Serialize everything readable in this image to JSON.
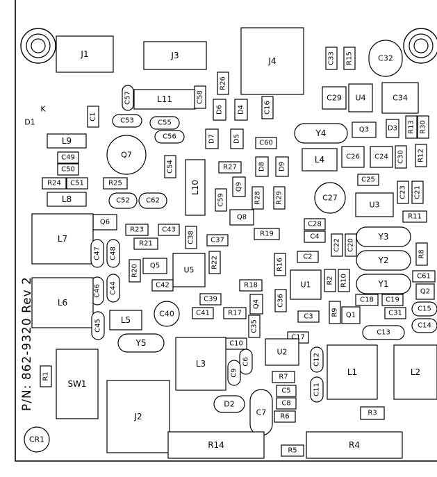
{
  "board": {
    "part_number_text": "P/N: 862-9320 Rev 2",
    "components": [
      {
        "ref": "J1"
      },
      {
        "ref": "J3"
      },
      {
        "ref": "J4"
      },
      {
        "ref": "C33"
      },
      {
        "ref": "R15"
      },
      {
        "ref": "C32"
      },
      {
        "ref": "C57"
      },
      {
        "ref": "L11"
      },
      {
        "ref": "C58"
      },
      {
        "ref": "R26"
      },
      {
        "ref": "C29"
      },
      {
        "ref": "U4"
      },
      {
        "ref": "C34"
      },
      {
        "ref": "K"
      },
      {
        "ref": "D1"
      },
      {
        "ref": "C1"
      },
      {
        "ref": "C53"
      },
      {
        "ref": "C55"
      },
      {
        "ref": "C56"
      },
      {
        "ref": "D6"
      },
      {
        "ref": "D4"
      },
      {
        "ref": "C16"
      },
      {
        "ref": "Y4"
      },
      {
        "ref": "Q3"
      },
      {
        "ref": "D3"
      },
      {
        "ref": "R13"
      },
      {
        "ref": "R30"
      },
      {
        "ref": "L9"
      },
      {
        "ref": "Q7"
      },
      {
        "ref": "D7"
      },
      {
        "ref": "D5"
      },
      {
        "ref": "C60"
      },
      {
        "ref": "C49"
      },
      {
        "ref": "C54"
      },
      {
        "ref": "R27"
      },
      {
        "ref": "D8"
      },
      {
        "ref": "D9"
      },
      {
        "ref": "L4"
      },
      {
        "ref": "C26"
      },
      {
        "ref": "C24"
      },
      {
        "ref": "C30"
      },
      {
        "ref": "R12"
      },
      {
        "ref": "C50"
      },
      {
        "ref": "R24"
      },
      {
        "ref": "C51"
      },
      {
        "ref": "R25"
      },
      {
        "ref": "L10"
      },
      {
        "ref": "Q9"
      },
      {
        "ref": "C25"
      },
      {
        "ref": "C27"
      },
      {
        "ref": "C23"
      },
      {
        "ref": "C21"
      },
      {
        "ref": "L8"
      },
      {
        "ref": "C52"
      },
      {
        "ref": "C62"
      },
      {
        "ref": "C59"
      },
      {
        "ref": "R28"
      },
      {
        "ref": "R29"
      },
      {
        "ref": "U3"
      },
      {
        "ref": "Q6"
      },
      {
        "ref": "Q8"
      },
      {
        "ref": "R11"
      },
      {
        "ref": "L7"
      },
      {
        "ref": "R23"
      },
      {
        "ref": "C43"
      },
      {
        "ref": "C28"
      },
      {
        "ref": "R19"
      },
      {
        "ref": "C38"
      },
      {
        "ref": "C4"
      },
      {
        "ref": "Y3"
      },
      {
        "ref": "R21"
      },
      {
        "ref": "C37"
      },
      {
        "ref": "C22"
      },
      {
        "ref": "C20"
      },
      {
        "ref": "C47"
      },
      {
        "ref": "C48"
      },
      {
        "ref": "C2"
      },
      {
        "ref": "R8"
      },
      {
        "ref": "R22"
      },
      {
        "ref": "R16"
      },
      {
        "ref": "Y2"
      },
      {
        "ref": "Q5"
      },
      {
        "ref": "U5"
      },
      {
        "ref": "R20"
      },
      {
        "ref": "C61"
      },
      {
        "ref": "R2"
      },
      {
        "ref": "R10"
      },
      {
        "ref": "Y1"
      },
      {
        "ref": "C42"
      },
      {
        "ref": "R18"
      },
      {
        "ref": "U1"
      },
      {
        "ref": "Q2"
      },
      {
        "ref": "C46"
      },
      {
        "ref": "C44"
      },
      {
        "ref": "L6"
      },
      {
        "ref": "C40"
      },
      {
        "ref": "C39"
      },
      {
        "ref": "C36"
      },
      {
        "ref": "C18"
      },
      {
        "ref": "C19"
      },
      {
        "ref": "C15"
      },
      {
        "ref": "Q4"
      },
      {
        "ref": "R9"
      },
      {
        "ref": "Q1"
      },
      {
        "ref": "C41"
      },
      {
        "ref": "R17"
      },
      {
        "ref": "C3"
      },
      {
        "ref": "C31"
      },
      {
        "ref": "C14"
      },
      {
        "ref": "L5"
      },
      {
        "ref": "C45"
      },
      {
        "ref": "C35"
      },
      {
        "ref": "C13"
      },
      {
        "ref": "C17"
      },
      {
        "ref": "Y5"
      },
      {
        "ref": "C10"
      },
      {
        "ref": "U2"
      },
      {
        "ref": "L3"
      },
      {
        "ref": "C6"
      },
      {
        "ref": "C12"
      },
      {
        "ref": "R1"
      },
      {
        "ref": "C9"
      },
      {
        "ref": "L1"
      },
      {
        "ref": "L2"
      },
      {
        "ref": "SW1"
      },
      {
        "ref": "R7"
      },
      {
        "ref": "C5"
      },
      {
        "ref": "C11"
      },
      {
        "ref": "D2"
      },
      {
        "ref": "C8"
      },
      {
        "ref": "C7"
      },
      {
        "ref": "J2"
      },
      {
        "ref": "R3"
      },
      {
        "ref": "R6"
      },
      {
        "ref": "CR1"
      },
      {
        "ref": "R14"
      },
      {
        "ref": "R4"
      },
      {
        "ref": "R5"
      }
    ]
  }
}
